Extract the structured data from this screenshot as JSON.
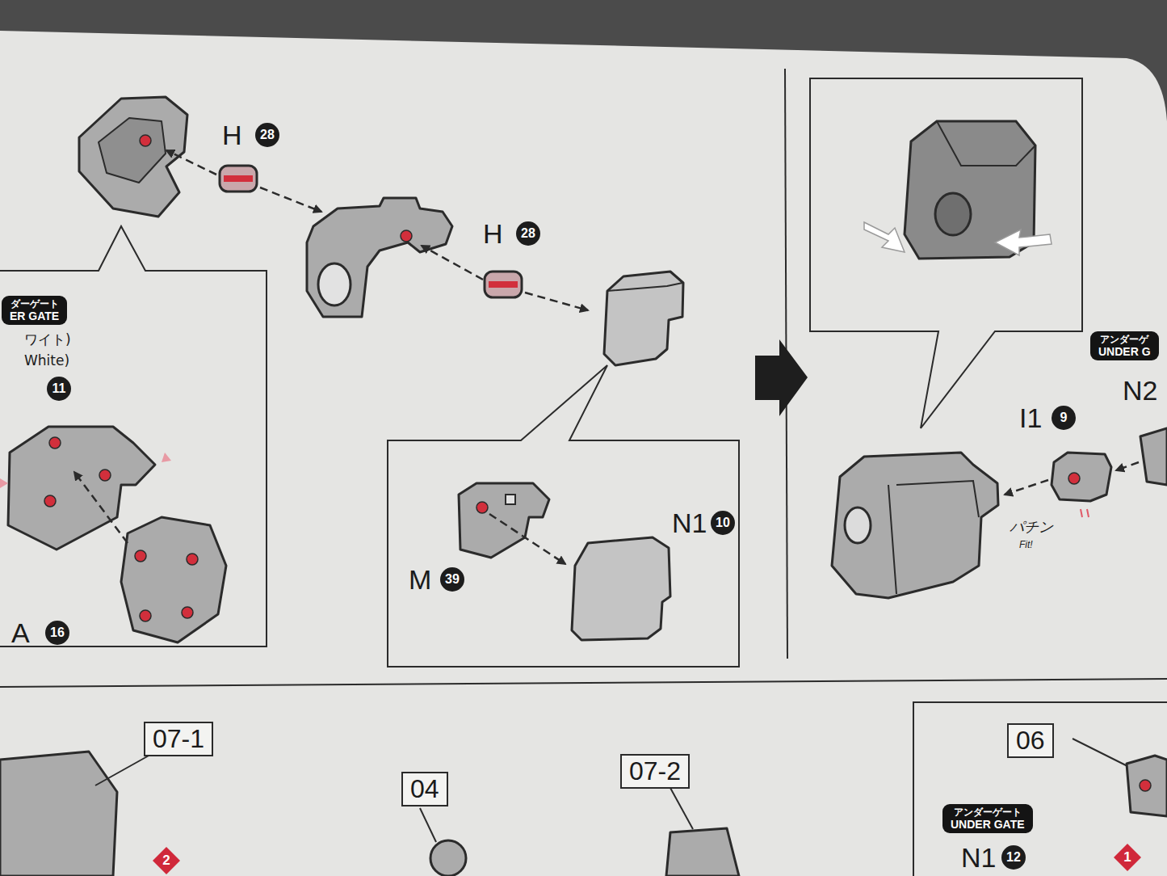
{
  "diagram": {
    "nodes": [
      {
        "text": [
          "ワイト)",
          "White)",
          "11",
          "A",
          "16"
        ]
      },
      {
        "text": [
          "ダーゲート",
          "ER GATE"
        ],
        "in": 0
      },
      {
        "text": [
          "M",
          "39",
          "N1",
          "10"
        ]
      },
      {
        "text": [
          "アンダーゲ",
          "UNDER G"
        ]
      },
      {
        "text": [
          "07-1"
        ]
      },
      {
        "text": [
          "04"
        ]
      },
      {
        "text": [
          "07-2"
        ]
      },
      {
        "text": [
          "N1",
          "12"
        ]
      },
      {
        "text": [
          "06"
        ],
        "in": 7
      },
      {
        "text": [
          "アンダーゲート",
          "UNDER GATE"
        ],
        "in": 7
      }
    ],
    "labels": [
      "H",
      "28",
      "H",
      "28",
      "N2",
      "I1",
      "9",
      "パチン",
      "Fit!",
      "2",
      "1"
    ]
  }
}
